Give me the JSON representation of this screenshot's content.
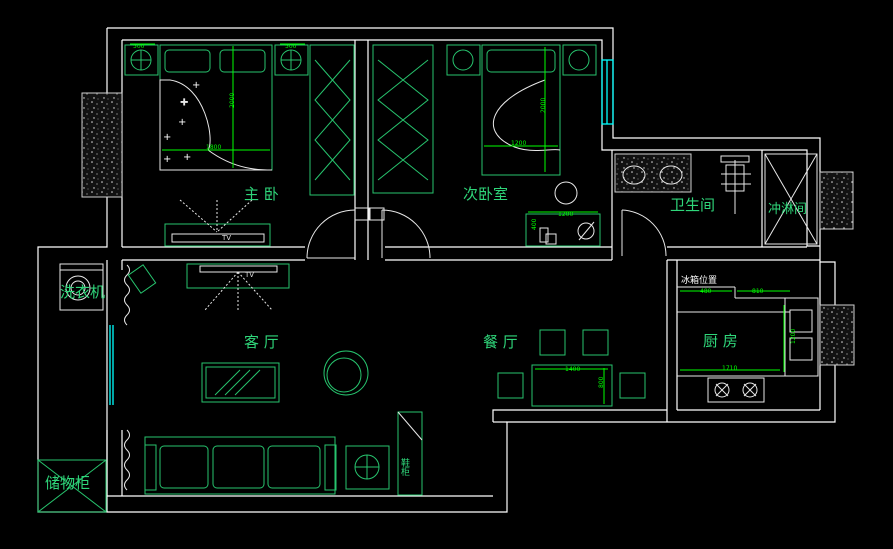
{
  "rooms": {
    "master_bedroom": "主 卧",
    "second_bedroom": "次卧室",
    "bathroom": "卫生间",
    "shower": "冲淋间",
    "living_room": "客  厅",
    "dining_room": "餐  厅",
    "kitchen": "厨  房",
    "washer": "洗衣机",
    "storage": "储物柜",
    "fridge": "冰箱位置",
    "shoe_cabinet": "鞋柜"
  },
  "tv_labels": {
    "master": "TV",
    "living": "TV"
  },
  "dimensions": {
    "master_nightstand_left": "500",
    "master_nightstand_right": "500",
    "master_bed_length": "2000",
    "master_bed_width": "1800",
    "second_bed_length": "2000",
    "second_bed_width": "1200",
    "desk_width": "1200",
    "desk_depth": "400",
    "kitchen_top_left": "480",
    "kitchen_top_right": "810",
    "kitchen_bottom": "1710",
    "kitchen_right": "1200",
    "dining_table_width": "1400",
    "dining_table_depth": "800"
  },
  "colors": {
    "background": "#000000",
    "walls": "#ffffff",
    "furniture": "#27c46e",
    "dimensions": "#00ff00",
    "windows": "#00ffff"
  }
}
